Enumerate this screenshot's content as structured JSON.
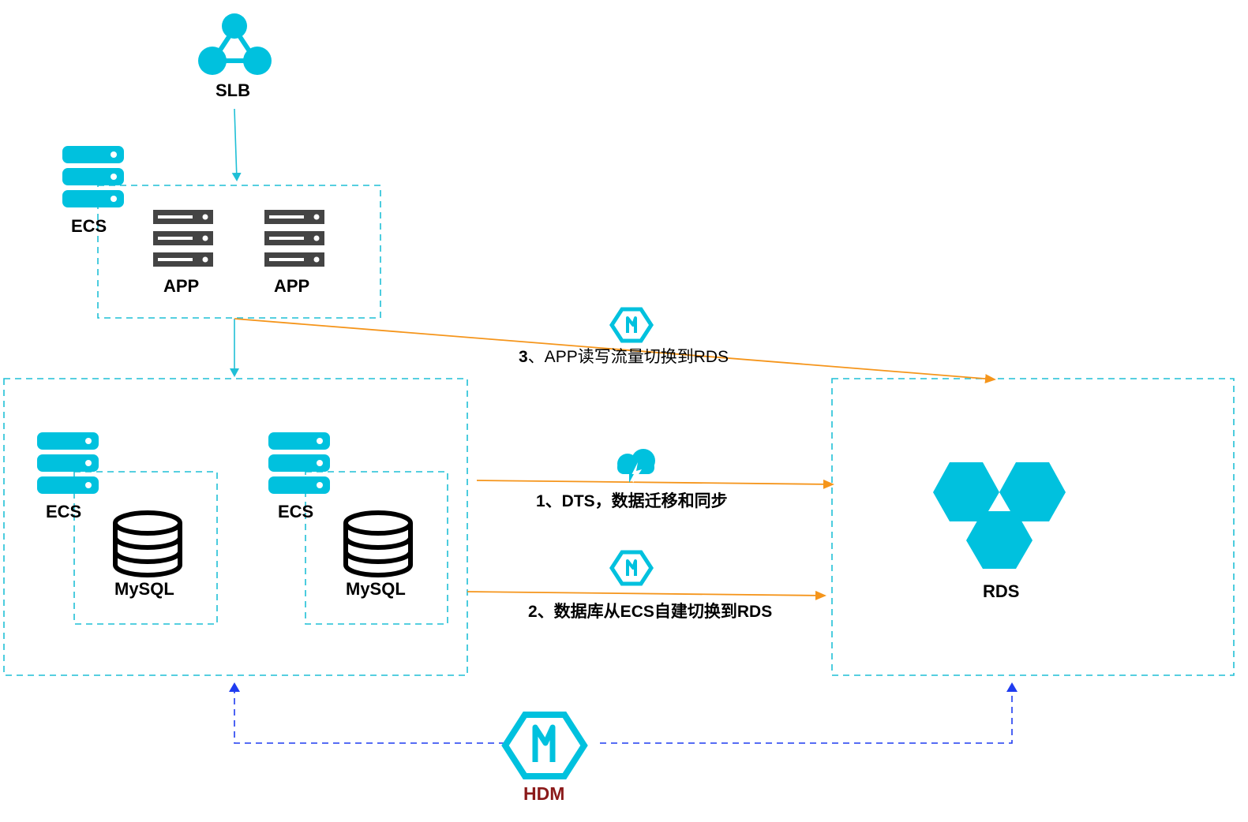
{
  "labels": {
    "slb": "SLB",
    "ecs_top": "ECS",
    "app_1": "APP",
    "app_2": "APP",
    "ecs_db_1": "ECS",
    "ecs_db_2": "ECS",
    "mysql_1": "MySQL",
    "mysql_2": "MySQL",
    "rds": "RDS",
    "hdm": "HDM"
  },
  "steps": {
    "step1_num": "1",
    "step1_rest": "、DTS，数据迁移和同步",
    "step2_num": "2",
    "step2_rest": "、数据库从ECS自建切换到RDS",
    "step3_num": "3",
    "step3_rest": "、APP读写流量切换到RDS"
  },
  "icons": {
    "slb": "load-balancer-icon",
    "ecs": "ecs-server-icon",
    "app": "app-server-icon",
    "mysql": "database-icon",
    "rds": "rds-icon",
    "switch": "switch-icon",
    "dts": "cloud-transfer-icon",
    "hdm": "hdm-icon"
  },
  "colors": {
    "cyan": "#00c1de",
    "dashed_cyan": "#1fbfd6",
    "orange": "#f5951b",
    "blue": "#1f3cf0",
    "server_gray": "#444444",
    "hdm_label": "#8b1a1a"
  }
}
